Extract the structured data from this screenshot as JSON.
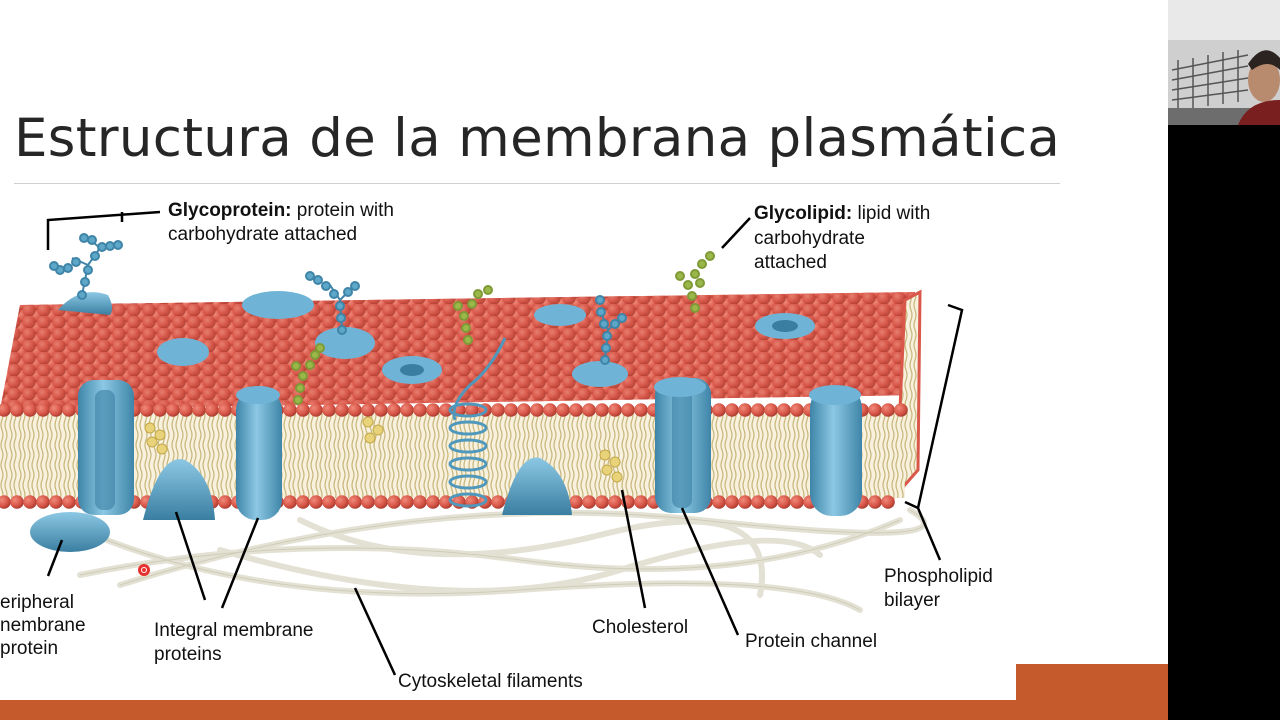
{
  "slide": {
    "title": "Estructura de la membrana plasmática"
  },
  "diagram": {
    "labels": {
      "glycoprotein_bold": "Glycoprotein:",
      "glycoprotein_rest_1": " protein with",
      "glycoprotein_rest_2": "carbohydrate attached",
      "glycolipid_bold": "Glycolipid:",
      "glycolipid_rest_1": " lipid with",
      "glycolipid_rest_2": "carbohydrate",
      "glycolipid_rest_3": "attached",
      "peripheral_1": "eripheral",
      "peripheral_2": "nembrane",
      "peripheral_3": "protein",
      "integral_1": "Integral membrane",
      "integral_2": "proteins",
      "cytoskeletal": "Cytoskeletal filaments",
      "cholesterol": "Cholesterol",
      "protein_channel": "Protein channel",
      "phospholipid_1": "Phospholipid",
      "phospholipid_2": "bilayer"
    },
    "colors": {
      "head": "#d9584a",
      "head_dark": "#b23b2f",
      "protein": "#6fb4d6",
      "protein_dark": "#3f85a8",
      "carb_blue": "#5da7c9",
      "carb_green": "#9ab84a",
      "cholesterol": "#e8d27a",
      "tail": "#cfbf8a",
      "filament": "#e6e4d8"
    }
  },
  "theme": {
    "accent": "#c55a2c",
    "accent_light": "#e07a35"
  },
  "icons": {
    "pointer": "laser-pointer-dot-icon",
    "webcam": "presenter-webcam-icon"
  }
}
